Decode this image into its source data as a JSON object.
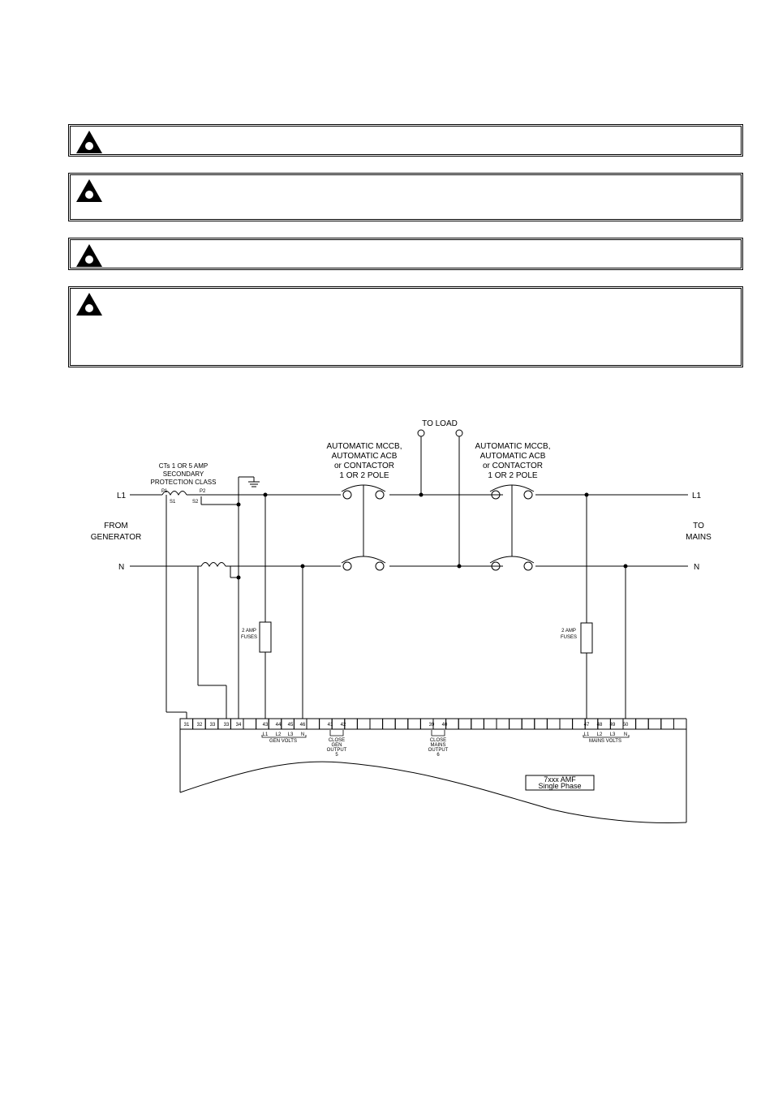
{
  "warnings": [
    {
      "icon": "warning-triangle-icon",
      "text": ""
    },
    {
      "icon": "warning-triangle-icon",
      "text": ""
    },
    {
      "icon": "warning-triangle-icon",
      "text": ""
    },
    {
      "icon": "warning-triangle-icon",
      "text": ""
    }
  ],
  "diagram": {
    "to_load": "TO LOAD",
    "breaker_gen": [
      "AUTOMATIC MCCB,",
      "AUTOMATIC ACB",
      "or  CONTACTOR",
      "1  OR  2  POLE"
    ],
    "breaker_mains": [
      "AUTOMATIC MCCB,",
      "AUTOMATIC ACB",
      "or  CONTACTOR",
      "1  OR  2  POLE"
    ],
    "ct_label": [
      "CTs 1 OR 5 AMP",
      "SECONDARY",
      "PROTECTION CLASS"
    ],
    "p1": "P1",
    "p2": "P2",
    "s1": "S1",
    "s2": "S2",
    "l1_left": "L1",
    "n_left": "N",
    "l1_right": "L1",
    "n_right": "N",
    "from_generator": [
      "FROM",
      "GENERATOR"
    ],
    "to_mains": [
      "TO",
      "MAINS"
    ],
    "fuses_left": [
      "2  AMP",
      "FUSES"
    ],
    "fuses_right": [
      "2  AMP",
      "FUSES"
    ],
    "terminals_ct": [
      "31",
      "32",
      "33",
      "33",
      "34"
    ],
    "terminals_gen": [
      "43",
      "44",
      "45",
      "46"
    ],
    "terminals_out5": [
      "41",
      "42"
    ],
    "terminals_out6": [
      "39",
      "40"
    ],
    "terminals_mains": [
      "47",
      "48",
      "49",
      "50"
    ],
    "gen_phase": [
      "L1",
      "L2",
      "L3",
      "N"
    ],
    "gen_volts": "GEN  VOLTS",
    "mains_phase": [
      "L1",
      "L2",
      "L3",
      "N"
    ],
    "mains_volts": "MAINS  VOLTS",
    "close_gen": [
      "CLOSE",
      "GEN",
      "OUTPUT",
      "5"
    ],
    "close_mains": [
      "CLOSE",
      "MAINS",
      "OUTPUT",
      "6"
    ],
    "module_label": [
      "7xxx  AMF",
      "Single  Phase"
    ]
  }
}
